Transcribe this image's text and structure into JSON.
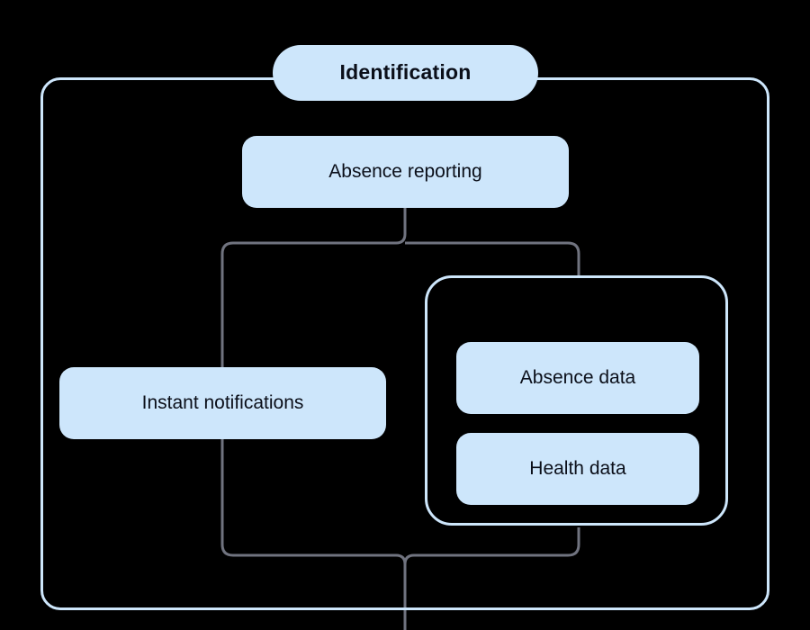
{
  "diagram": {
    "title": "Identification",
    "background_color": "#000000",
    "node_fill_color": "#CDE6FB",
    "node_text_color": "#0B0F19",
    "container_border_color": "#CDE6FB",
    "connector_color": "#70737F",
    "nodes": {
      "title": "Identification",
      "absence_reporting": "Absence reporting",
      "instant_notifications": "Instant notifications",
      "absence_data": "Absence data",
      "health_data": "Health data"
    }
  }
}
